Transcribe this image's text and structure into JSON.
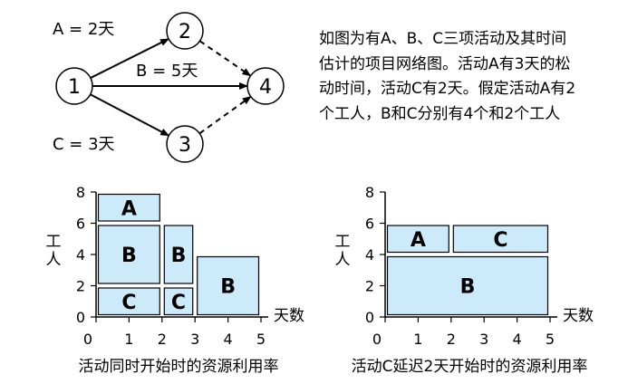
{
  "network": {
    "nodes": [
      {
        "id": "n1",
        "label": "1"
      },
      {
        "id": "n2",
        "label": "2"
      },
      {
        "id": "n3",
        "label": "3"
      },
      {
        "id": "n4",
        "label": "4"
      }
    ],
    "edges": [
      {
        "from": "n1",
        "to": "n2",
        "style": "solid"
      },
      {
        "from": "n1",
        "to": "n4",
        "style": "solid"
      },
      {
        "from": "n1",
        "to": "n3",
        "style": "solid"
      },
      {
        "from": "n2",
        "to": "n4",
        "style": "dashed"
      },
      {
        "from": "n3",
        "to": "n4",
        "style": "dashed"
      }
    ],
    "edge_labels": {
      "a": "A = 2天",
      "b": "B = 5天",
      "c": "C = 3天"
    }
  },
  "description": {
    "lines": [
      "如图为有A、B、C三项活动及其时间",
      "估计的项目网络图。活动A有3天的松",
      "动时间，活动C有2天。假定活动A有2",
      "个工人，B和C分别有4个和2个工人"
    ]
  },
  "charts": [
    {
      "caption": "活动同时开始时的资源利用率",
      "ylabel": "工人",
      "xlabel": "天数",
      "x_ticks": [
        "0",
        "1",
        "2",
        "3",
        "4",
        "5"
      ],
      "y_ticks": [
        "0",
        "2",
        "4",
        "6",
        "8"
      ],
      "xlim": [
        0,
        5
      ],
      "ylim": [
        0,
        8
      ],
      "blocks": [
        {
          "label": "C",
          "x0": 0,
          "x1": 2,
          "y0": 0,
          "y1": 2
        },
        {
          "label": "B",
          "x0": 0,
          "x1": 2,
          "y0": 2,
          "y1": 6
        },
        {
          "label": "A",
          "x0": 0,
          "x1": 2,
          "y0": 6,
          "y1": 8
        },
        {
          "label": "C",
          "x0": 2,
          "x1": 3,
          "y0": 0,
          "y1": 2
        },
        {
          "label": "B",
          "x0": 2,
          "x1": 3,
          "y0": 2,
          "y1": 6
        },
        {
          "label": "B",
          "x0": 3,
          "x1": 5,
          "y0": 0,
          "y1": 4
        }
      ]
    },
    {
      "caption": "活动C延迟2天开始时的资源利用率",
      "ylabel": "工人",
      "xlabel": "天数",
      "x_ticks": [
        "0",
        "1",
        "2",
        "3",
        "4",
        "5"
      ],
      "y_ticks": [
        "0",
        "2",
        "4",
        "6",
        "8"
      ],
      "xlim": [
        0,
        5
      ],
      "ylim": [
        0,
        8
      ],
      "blocks": [
        {
          "label": "B",
          "x0": 0,
          "x1": 5,
          "y0": 0,
          "y1": 4
        },
        {
          "label": "A",
          "x0": 0,
          "x1": 2,
          "y0": 4,
          "y1": 6
        },
        {
          "label": "C",
          "x0": 2,
          "x1": 5,
          "y0": 4,
          "y1": 6
        }
      ]
    }
  ],
  "colors": {
    "block_fill": "#cceafa",
    "stroke": "#000000",
    "background": "#ffffff"
  }
}
